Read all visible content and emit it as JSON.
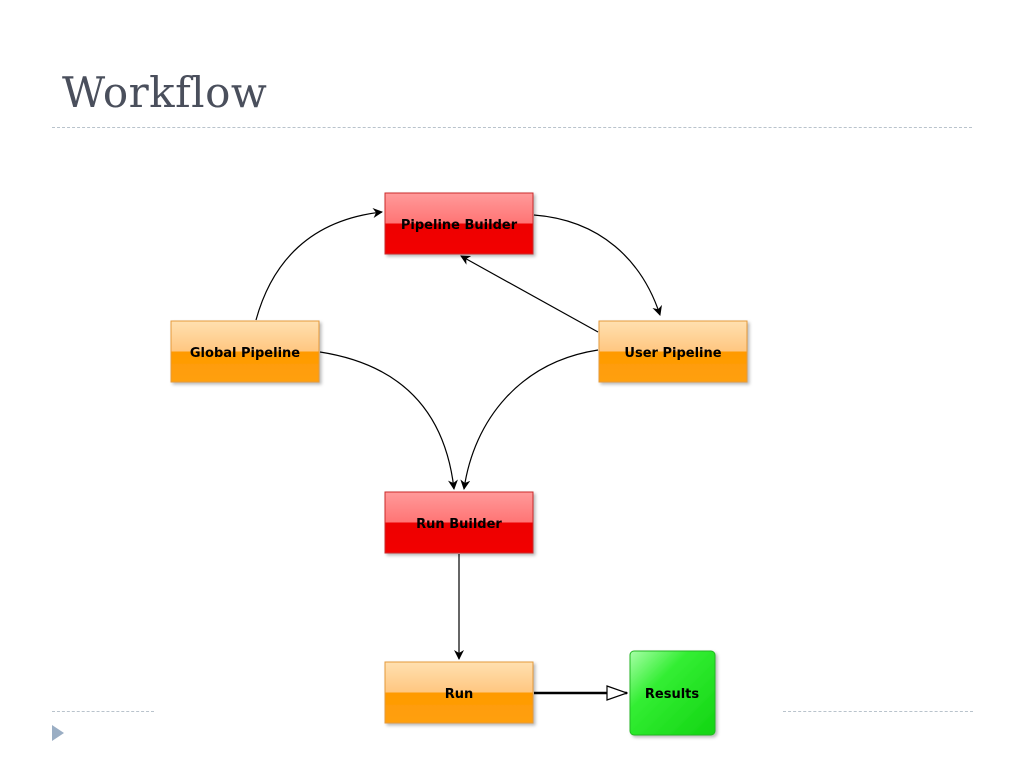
{
  "slide": {
    "title": "Workflow"
  },
  "diagram": {
    "nodes": {
      "pipeline_builder": {
        "label": "Pipeline Builder",
        "kind": "red"
      },
      "global_pipeline": {
        "label": "Global Pipeline",
        "kind": "orange"
      },
      "user_pipeline": {
        "label": "User Pipeline",
        "kind": "orange"
      },
      "run_builder": {
        "label": "Run Builder",
        "kind": "red"
      },
      "run": {
        "label": "Run",
        "kind": "orange"
      },
      "results": {
        "label": "Results",
        "kind": "green"
      }
    },
    "edges": [
      {
        "from": "global_pipeline",
        "to": "pipeline_builder"
      },
      {
        "from": "pipeline_builder",
        "to": "user_pipeline"
      },
      {
        "from": "user_pipeline",
        "to": "pipeline_builder"
      },
      {
        "from": "global_pipeline",
        "to": "run_builder"
      },
      {
        "from": "user_pipeline",
        "to": "run_builder"
      },
      {
        "from": "run_builder",
        "to": "run"
      },
      {
        "from": "run",
        "to": "results",
        "style": "hollow-arrow"
      }
    ],
    "colors": {
      "red_top": "#ff8a8a",
      "red_bottom": "#ee0000",
      "red_border": "#cc2a2a",
      "orange_top": "#ffd39a",
      "orange_bottom": "#ff9a00",
      "orange_border": "#e59a3a",
      "green_light": "#8cff8c",
      "green": "#1de21d",
      "green_border": "#22b822",
      "edge": "#000000"
    }
  }
}
